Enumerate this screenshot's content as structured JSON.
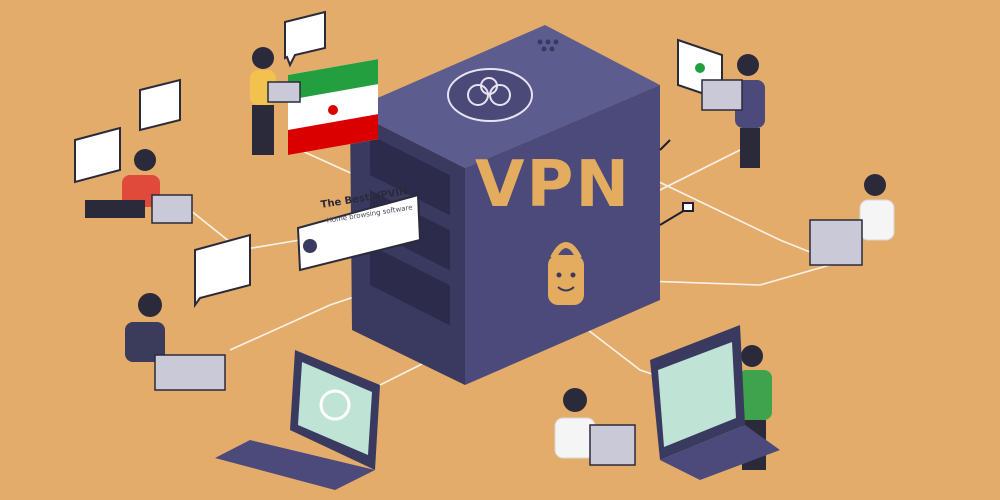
{
  "server": {
    "label": "VPN"
  },
  "popup": {
    "title": "The Best VPVIN",
    "subtitle": "Home browsing software"
  },
  "colors": {
    "background": "#e3ac6a",
    "server_front": "#4b4a7a",
    "server_side": "#3a3960",
    "server_top": "#5d5c8e",
    "vpn_text": "#e3ac5e",
    "lock_character": "#e3ac5e",
    "iran_flag_green": "#239f40",
    "iran_flag_red": "#da0000"
  },
  "icons": [
    "server-logo-icon",
    "lock-character-icon",
    "iran-flag-icon",
    "chat-bubble-icon",
    "contact-card-icon",
    "padlock-icon",
    "plug-icon"
  ]
}
